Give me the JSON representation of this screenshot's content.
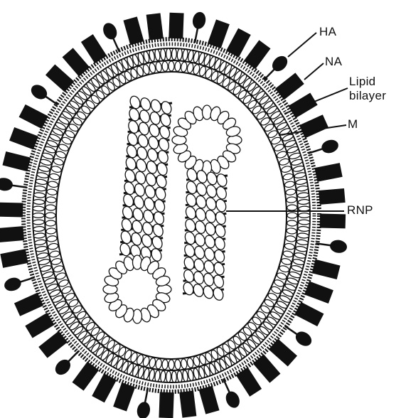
{
  "figure": {
    "labels": {
      "ha": "HA",
      "na": "NA",
      "lipid_line1": "Lipid",
      "lipid_line2": "bilayer",
      "m": "M",
      "rnp": "RNP"
    },
    "colors": {
      "ink": "#111111",
      "paper": "#ffffff"
    }
  }
}
